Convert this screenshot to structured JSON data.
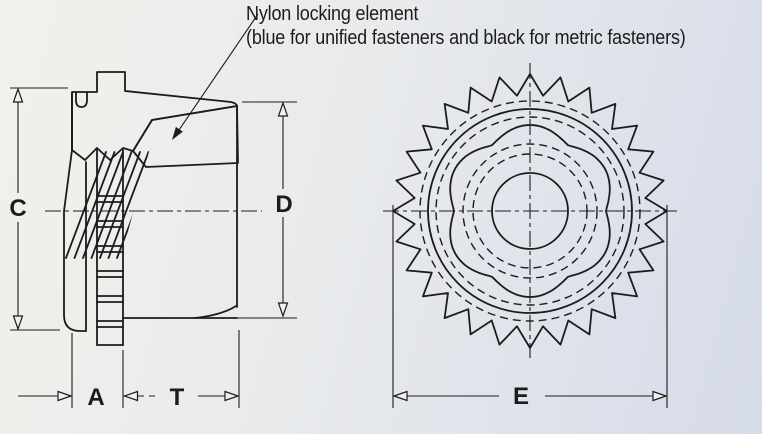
{
  "annotation": {
    "line1": "Nylon locking element",
    "line2": "(blue for unified fasteners and black for metric fasteners)"
  },
  "labels": {
    "C": "C",
    "D": "D",
    "A": "A",
    "T": "T",
    "E": "E"
  },
  "colors": {
    "line": "#1c1c1c",
    "background_left": "#f2f1eb",
    "background_right": "#d6dbe9"
  }
}
